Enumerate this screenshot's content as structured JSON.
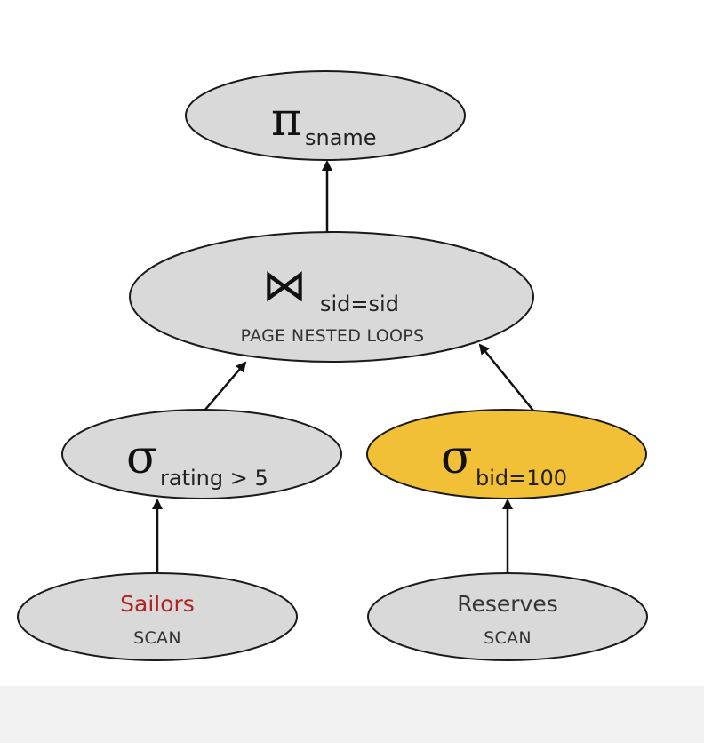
{
  "nodes": {
    "project": {
      "symbol": "π",
      "subscript": "sname"
    },
    "join": {
      "symbol": "⋈",
      "subscript": "sid=sid",
      "method": "PAGE NESTED LOOPS"
    },
    "select_rating": {
      "symbol": "σ",
      "subscript": "rating > 5"
    },
    "select_bid": {
      "symbol": "σ",
      "subscript": "bid=100"
    },
    "sailors": {
      "name": "Sailors",
      "method": "SCAN"
    },
    "reserves": {
      "name": "Reserves",
      "method": "SCAN"
    }
  },
  "colors": {
    "node_fill": "#d9d9d9",
    "highlight_fill": "#f2c037",
    "sailors_text": "#b22222",
    "edge": "#111111"
  },
  "edges": [
    {
      "from": "select_rating",
      "to": "join"
    },
    {
      "from": "select_bid",
      "to": "join"
    },
    {
      "from": "join",
      "to": "project"
    },
    {
      "from": "sailors",
      "to": "select_rating"
    },
    {
      "from": "reserves",
      "to": "select_bid"
    }
  ]
}
